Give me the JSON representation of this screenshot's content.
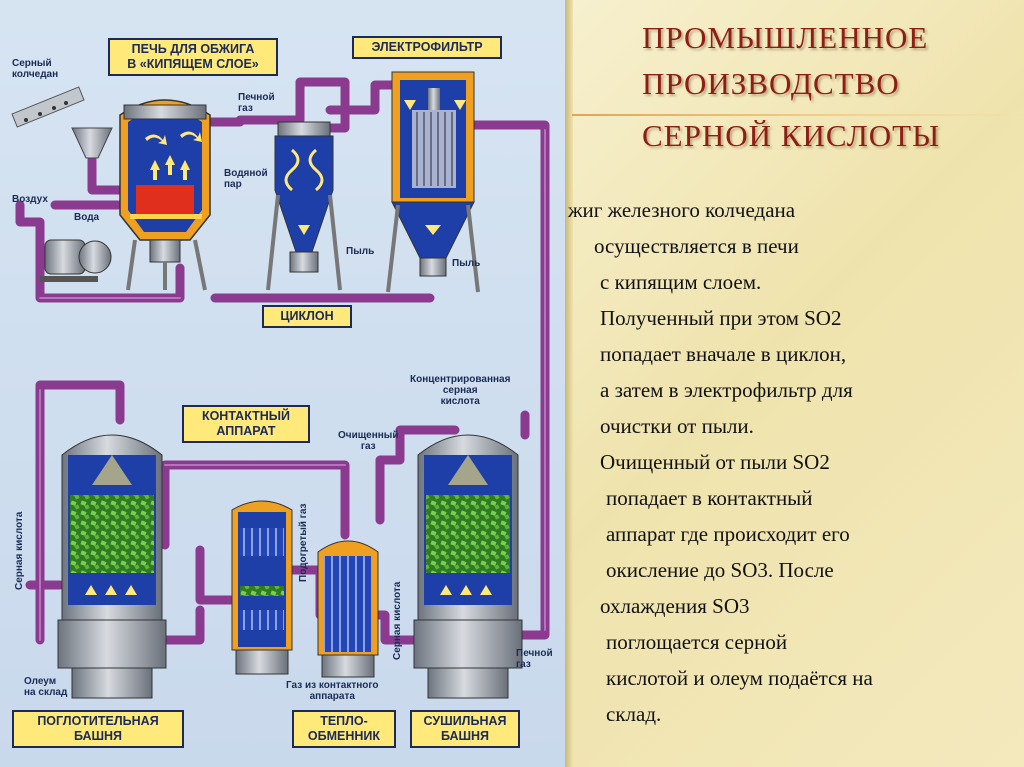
{
  "title": {
    "line1": "ПРОМЫШЛЕННОЕ",
    "line2": "ПРОИЗВОДСТВО",
    "line3": "СЕРНОЙ КИСЛОТЫ"
  },
  "body_lines": [
    "жиг железного колчедана",
    "осуществляется в печи",
    "с кипящим слоем.",
    "Полученный при этом SO2",
    "попадает вначале в циклон,",
    "а затем в электрофильтр для",
    "очистки от пыли.",
    "Очищенный от пыли SO2",
    "попадает в контактный",
    "аппарат где происходит его",
    "окисление до SO3. После",
    "охлаждения SO3",
    "поглощается серной",
    "кислотой и олеум подаётся на",
    "склад."
  ],
  "diagram": {
    "boxes": {
      "furnace": [
        "ПЕЧЬ ДЛЯ ОБЖИГА",
        "В «КИПЯЩЕМ СЛОЕ»"
      ],
      "electrofilter": "ЭЛЕКТРОФИЛЬТР",
      "cyclone": "ЦИКЛОН",
      "contact": [
        "КОНТАКТНЫЙ",
        "АППАРАТ"
      ],
      "absorption": [
        "ПОГЛОТИТЕЛЬНАЯ",
        "БАШНЯ"
      ],
      "heat_exchanger": [
        "ТЕПЛО-",
        "ОБМЕННИК"
      ],
      "drying": [
        "СУШИЛЬНАЯ",
        "БАШНЯ"
      ]
    },
    "labels": {
      "pyrite": [
        "Серный",
        "колчедан"
      ],
      "furnace_gas_top": [
        "Печной",
        "газ"
      ],
      "water_vapor": [
        "Водяной",
        "пар"
      ],
      "air": "Воздух",
      "water": "Вода",
      "dust_1": "Пыль",
      "dust_2": "Пыль",
      "conc_acid": [
        "Концентрированная",
        "серная",
        "кислота"
      ],
      "cleaned_gas": [
        "Очищенный",
        "газ"
      ],
      "heated_gas": "Подогретый газ",
      "sulfuric_acid_left": "Серная кислота",
      "sulfuric_acid_mid": "Серная кислота",
      "furnace_gas_bottom": [
        "Печной",
        "газ"
      ],
      "oleum": [
        "Олеум",
        "на склад"
      ],
      "contact_gas": [
        "Газ из контактного",
        "аппарата"
      ]
    }
  },
  "colors": {
    "pipe": "#8a3a8f",
    "vessel_blue": "#1f3fa8",
    "vessel_grey": "#9aa0aa",
    "packing_green": "#4ea836",
    "label_box": "#ffe97a",
    "hot_red": "#e0301d",
    "insulation_orange": "#f0a020",
    "title": "#8c1e14"
  }
}
